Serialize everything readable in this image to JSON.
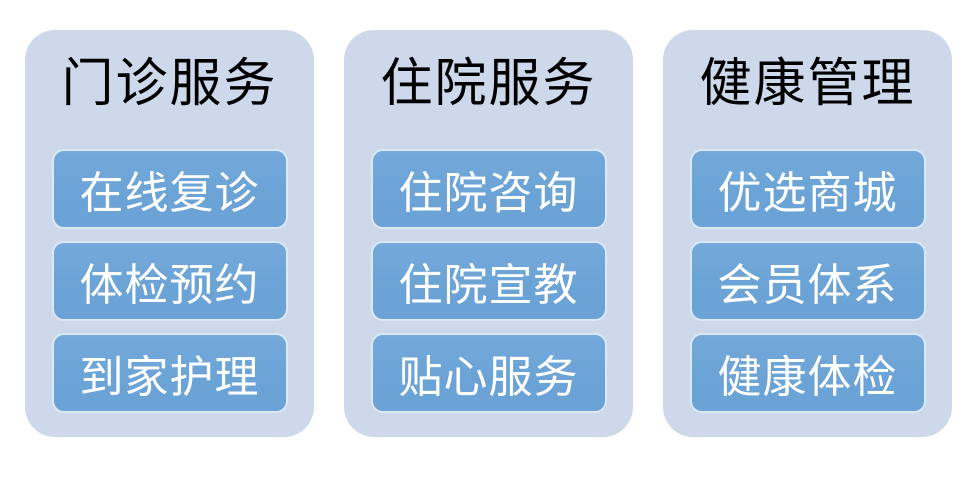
{
  "colors": {
    "page_bg": "#ffffff",
    "card_bg": "#cdd8eb",
    "button_bg": "#6ba3d6",
    "button_border": "#dce8f4",
    "title_color": "#000000",
    "button_text": "#ffffff"
  },
  "panel": {
    "columns": [
      {
        "title": "门诊服务",
        "items": [
          "在线复诊",
          "体检预约",
          "到家护理"
        ]
      },
      {
        "title": "住院服务",
        "items": [
          "住院咨询",
          "住院宣教",
          "贴心服务"
        ]
      },
      {
        "title": "健康管理",
        "items": [
          "优选商城",
          "会员体系",
          "健康体检"
        ]
      }
    ]
  }
}
